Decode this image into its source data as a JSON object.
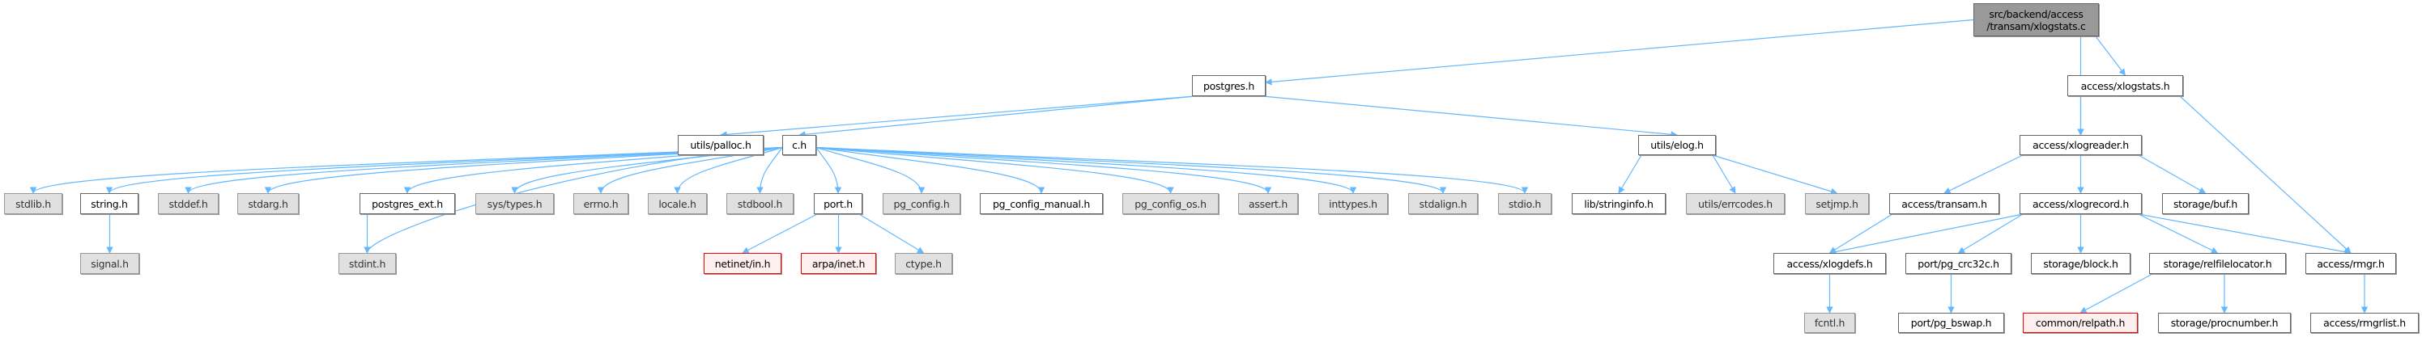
{
  "graph": {
    "edge_color": "#63b8ff",
    "nodes": [
      {
        "id": "xlogstats_c",
        "label": "src/backend/access\n/transam/xlogstats.c",
        "kind": "root"
      },
      {
        "id": "postgres_h",
        "label": "postgres.h",
        "kind": "white"
      },
      {
        "id": "xlogstats_h",
        "label": "access/xlogstats.h",
        "kind": "white"
      },
      {
        "id": "palloc_h",
        "label": "utils/palloc.h",
        "kind": "white"
      },
      {
        "id": "c_h",
        "label": "c.h",
        "kind": "white"
      },
      {
        "id": "elog_h",
        "label": "utils/elog.h",
        "kind": "white"
      },
      {
        "id": "xlogreader_h",
        "label": "access/xlogreader.h",
        "kind": "white"
      },
      {
        "id": "stdlib_h",
        "label": "stdlib.h",
        "kind": "gray"
      },
      {
        "id": "string_h",
        "label": "string.h",
        "kind": "white"
      },
      {
        "id": "stddef_h",
        "label": "stddef.h",
        "kind": "gray"
      },
      {
        "id": "stdarg_h",
        "label": "stdarg.h",
        "kind": "gray"
      },
      {
        "id": "postgres_ext_h",
        "label": "postgres_ext.h",
        "kind": "white"
      },
      {
        "id": "systypes_h",
        "label": "sys/types.h",
        "kind": "gray"
      },
      {
        "id": "errno_h",
        "label": "errno.h",
        "kind": "gray"
      },
      {
        "id": "locale_h",
        "label": "locale.h",
        "kind": "gray"
      },
      {
        "id": "stdbool_h",
        "label": "stdbool.h",
        "kind": "gray"
      },
      {
        "id": "port_h",
        "label": "port.h",
        "kind": "white"
      },
      {
        "id": "pg_config_h",
        "label": "pg_config.h",
        "kind": "gray"
      },
      {
        "id": "pg_config_manual_h",
        "label": "pg_config_manual.h",
        "kind": "white"
      },
      {
        "id": "pg_config_os_h",
        "label": "pg_config_os.h",
        "kind": "gray"
      },
      {
        "id": "assert_h",
        "label": "assert.h",
        "kind": "gray"
      },
      {
        "id": "inttypes_h",
        "label": "inttypes.h",
        "kind": "gray"
      },
      {
        "id": "stdalign_h",
        "label": "stdalign.h",
        "kind": "gray"
      },
      {
        "id": "stdio_h",
        "label": "stdio.h",
        "kind": "gray"
      },
      {
        "id": "stringinfo_h",
        "label": "lib/stringinfo.h",
        "kind": "white"
      },
      {
        "id": "errcodes_h",
        "label": "utils/errcodes.h",
        "kind": "gray"
      },
      {
        "id": "setjmp_h",
        "label": "setjmp.h",
        "kind": "gray"
      },
      {
        "id": "transam_h",
        "label": "access/transam.h",
        "kind": "white"
      },
      {
        "id": "xlogrecord_h",
        "label": "access/xlogrecord.h",
        "kind": "white"
      },
      {
        "id": "buf_h",
        "label": "storage/buf.h",
        "kind": "white"
      },
      {
        "id": "signal_h",
        "label": "signal.h",
        "kind": "gray"
      },
      {
        "id": "stdint_h",
        "label": "stdint.h",
        "kind": "gray"
      },
      {
        "id": "netinet_h",
        "label": "netinet/in.h",
        "kind": "red"
      },
      {
        "id": "arpa_h",
        "label": "arpa/inet.h",
        "kind": "red"
      },
      {
        "id": "ctype_h",
        "label": "ctype.h",
        "kind": "gray"
      },
      {
        "id": "xlogdefs_h",
        "label": "access/xlogdefs.h",
        "kind": "white"
      },
      {
        "id": "crc32c_h",
        "label": "port/pg_crc32c.h",
        "kind": "white"
      },
      {
        "id": "block_h",
        "label": "storage/block.h",
        "kind": "white"
      },
      {
        "id": "relfilelocator_h",
        "label": "storage/relfilelocator.h",
        "kind": "white"
      },
      {
        "id": "rmgr_h",
        "label": "access/rmgr.h",
        "kind": "white"
      },
      {
        "id": "fcntl_h",
        "label": "fcntl.h",
        "kind": "gray"
      },
      {
        "id": "bswap_h",
        "label": "port/pg_bswap.h",
        "kind": "white"
      },
      {
        "id": "relpath_h",
        "label": "common/relpath.h",
        "kind": "red"
      },
      {
        "id": "procnumber_h",
        "label": "storage/procnumber.h",
        "kind": "white"
      },
      {
        "id": "rmgrlist_h",
        "label": "access/rmgrlist.h",
        "kind": "white"
      }
    ],
    "edges": [
      [
        "xlogstats_c",
        "postgres_h"
      ],
      [
        "xlogstats_c",
        "xlogreader_h"
      ],
      [
        "xlogstats_c",
        "xlogstats_h"
      ],
      [
        "postgres_h",
        "palloc_h"
      ],
      [
        "postgres_h",
        "c_h"
      ],
      [
        "postgres_h",
        "elog_h"
      ],
      [
        "c_h",
        "stdlib_h"
      ],
      [
        "c_h",
        "string_h"
      ],
      [
        "c_h",
        "stddef_h"
      ],
      [
        "c_h",
        "stdarg_h"
      ],
      [
        "c_h",
        "stdint_h"
      ],
      [
        "c_h",
        "postgres_ext_h"
      ],
      [
        "c_h",
        "systypes_h"
      ],
      [
        "c_h",
        "errno_h"
      ],
      [
        "c_h",
        "locale_h"
      ],
      [
        "c_h",
        "stdbool_h"
      ],
      [
        "c_h",
        "port_h"
      ],
      [
        "c_h",
        "pg_config_h"
      ],
      [
        "c_h",
        "pg_config_manual_h"
      ],
      [
        "c_h",
        "pg_config_os_h"
      ],
      [
        "c_h",
        "assert_h"
      ],
      [
        "c_h",
        "inttypes_h"
      ],
      [
        "c_h",
        "stdalign_h"
      ],
      [
        "c_h",
        "stdio_h"
      ],
      [
        "string_h",
        "signal_h"
      ],
      [
        "postgres_ext_h",
        "stdint_h"
      ],
      [
        "port_h",
        "netinet_h"
      ],
      [
        "port_h",
        "arpa_h"
      ],
      [
        "port_h",
        "ctype_h"
      ],
      [
        "elog_h",
        "stringinfo_h"
      ],
      [
        "elog_h",
        "errcodes_h"
      ],
      [
        "elog_h",
        "setjmp_h"
      ],
      [
        "xlogstats_h",
        "xlogreader_h"
      ],
      [
        "xlogstats_h",
        "rmgr_h"
      ],
      [
        "xlogreader_h",
        "transam_h"
      ],
      [
        "xlogreader_h",
        "xlogrecord_h"
      ],
      [
        "xlogreader_h",
        "buf_h"
      ],
      [
        "transam_h",
        "xlogdefs_h"
      ],
      [
        "xlogrecord_h",
        "xlogdefs_h"
      ],
      [
        "xlogrecord_h",
        "crc32c_h"
      ],
      [
        "xlogrecord_h",
        "block_h"
      ],
      [
        "xlogrecord_h",
        "relfilelocator_h"
      ],
      [
        "xlogrecord_h",
        "rmgr_h"
      ],
      [
        "xlogdefs_h",
        "fcntl_h"
      ],
      [
        "crc32c_h",
        "bswap_h"
      ],
      [
        "relfilelocator_h",
        "relpath_h"
      ],
      [
        "relfilelocator_h",
        "procnumber_h"
      ],
      [
        "rmgr_h",
        "rmgrlist_h"
      ]
    ]
  }
}
